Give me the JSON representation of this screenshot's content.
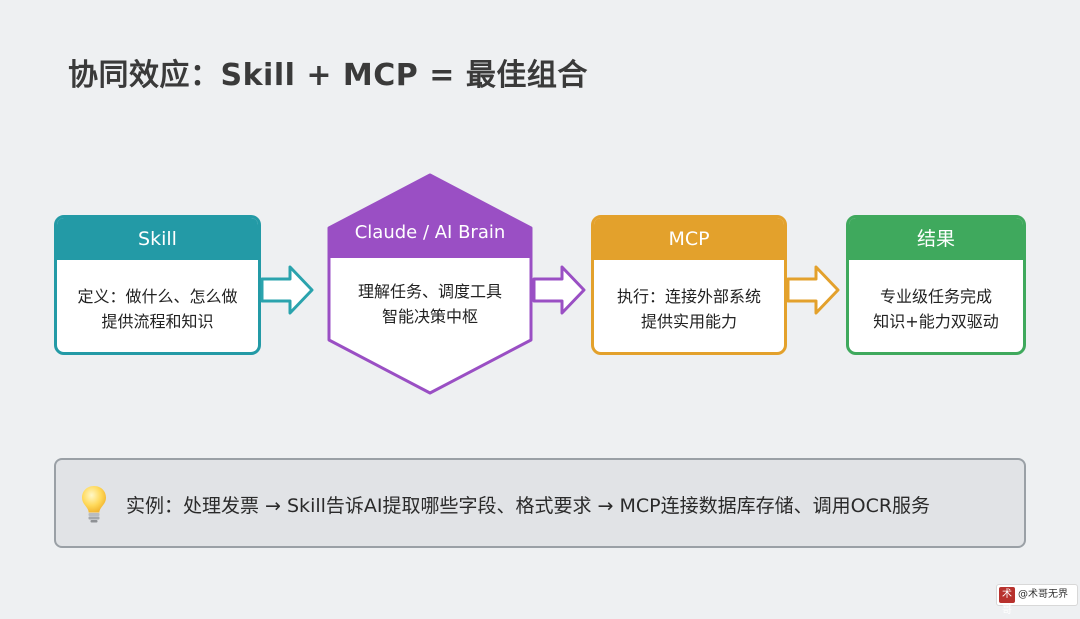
{
  "title": "协同效应：Skill + MCP = 最佳组合",
  "nodes": {
    "skill": {
      "header": "Skill",
      "line1": "定义：做什么、怎么做",
      "line2": "提供流程和知识",
      "color": "#239aa6"
    },
    "claude": {
      "header": "Claude / AI Brain",
      "line1": "理解任务、调度工具",
      "line2": "智能决策中枢",
      "color": "#9a4fc4"
    },
    "mcp": {
      "header": "MCP",
      "line1": "执行：连接外部系统",
      "line2": "提供实用能力",
      "color": "#e3a12c"
    },
    "result": {
      "header": "结果",
      "line1": "专业级任务完成",
      "line2": "知识+能力双驱动",
      "color": "#3fa95d"
    }
  },
  "example": {
    "icon": "lightbulb-icon",
    "text": "实例：处理发票 → Skill告诉AI提取哪些字段、格式要求 → MCP连接数据库存储、调用OCR服务"
  },
  "watermark": {
    "seal": "术哥",
    "text": "@术哥无界"
  }
}
